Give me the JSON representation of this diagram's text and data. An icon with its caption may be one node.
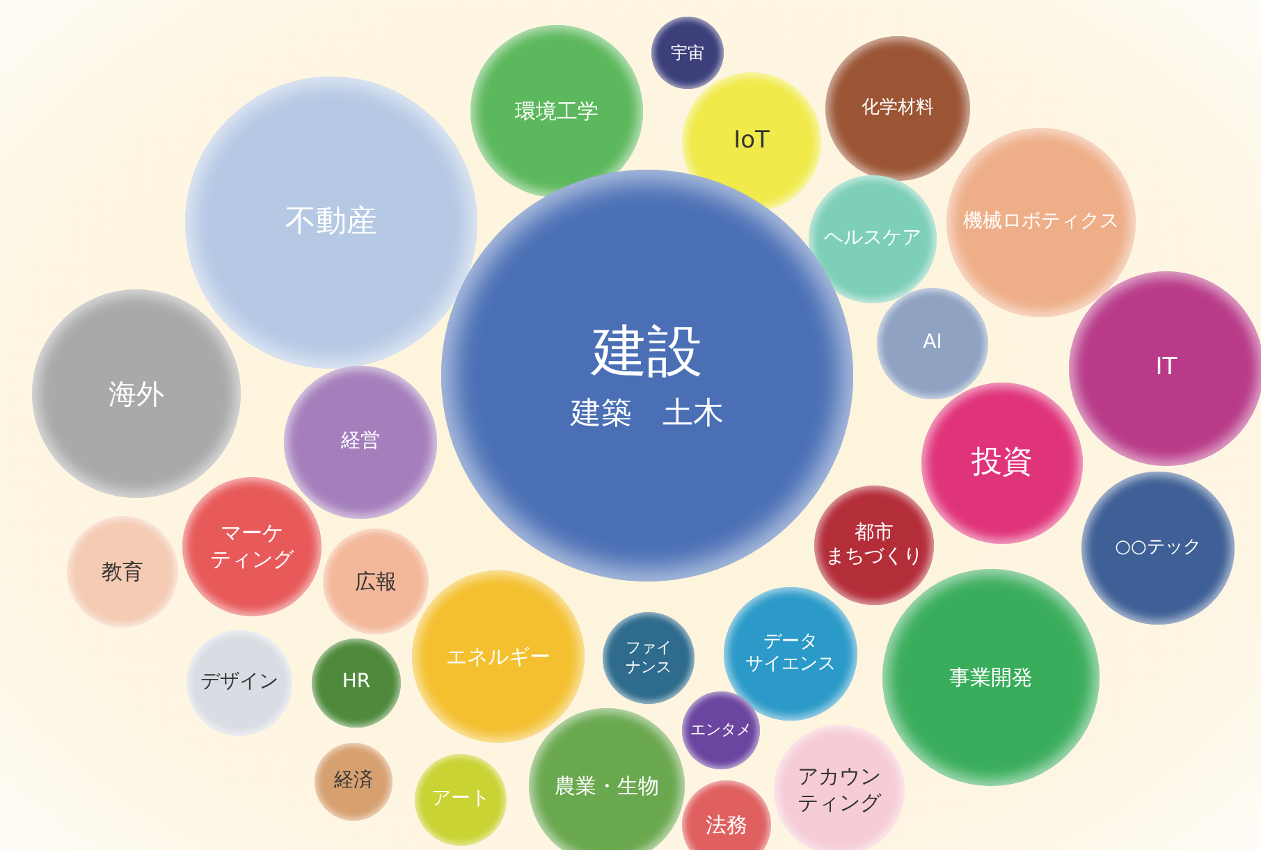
{
  "diagram": {
    "nodes": [
      {
        "text": [
          "宇宙"
        ]
      },
      {
        "text": [
          "環境工学"
        ]
      },
      {
        "text": [
          "化学材料"
        ]
      },
      {
        "text": [
          "IoT"
        ]
      },
      {
        "text": [
          "不動産"
        ]
      },
      {
        "text": [
          "機械ロボティクス"
        ]
      },
      {
        "text": [
          "ヘルスケア"
        ]
      },
      {
        "text": [
          "AI"
        ]
      },
      {
        "text": [
          "建設",
          "建築　土木"
        ]
      },
      {
        "text": [
          "IT"
        ]
      },
      {
        "text": [
          "海外"
        ]
      },
      {
        "text": [
          "経営"
        ]
      },
      {
        "text": [
          "投資"
        ]
      },
      {
        "text": [
          "都市まちづくり"
        ]
      },
      {
        "text": [
          "マーケティング"
        ]
      },
      {
        "text": [
          "○○テック"
        ]
      },
      {
        "text": [
          "教育"
        ]
      },
      {
        "text": [
          "広報"
        ]
      },
      {
        "text": [
          "エネルギー"
        ]
      },
      {
        "text": [
          "ファイナンス"
        ]
      },
      {
        "text": [
          "データサイエンス"
        ]
      },
      {
        "text": [
          "事業開発"
        ]
      },
      {
        "text": [
          "デザイン"
        ]
      },
      {
        "text": [
          "HR"
        ]
      },
      {
        "text": [
          "エンタメ"
        ]
      },
      {
        "text": [
          "経済"
        ]
      },
      {
        "text": [
          "アート"
        ]
      },
      {
        "text": [
          "農業・生物"
        ]
      },
      {
        "text": [
          "法務"
        ]
      },
      {
        "text": [
          "アカウンティング"
        ]
      }
    ]
  }
}
